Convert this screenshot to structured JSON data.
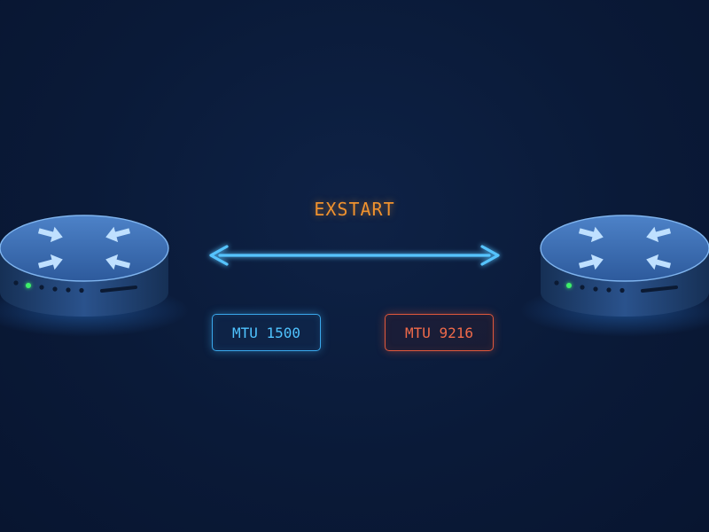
{
  "ospf_state": "EXSTART",
  "left_router": {
    "mtu_label": "MTU 1500"
  },
  "right_router": {
    "mtu_label": "MTU 9216"
  },
  "colors": {
    "link_arrow": "#57c4ff",
    "state_label": "#f0922e",
    "mtu_match_side": "#3aa8ec",
    "mtu_mismatch_side": "#e0583c",
    "status_led": "#3ef06a"
  },
  "icons": {
    "routers": "router-icon",
    "link": "bidirectional-arrow-icon"
  }
}
